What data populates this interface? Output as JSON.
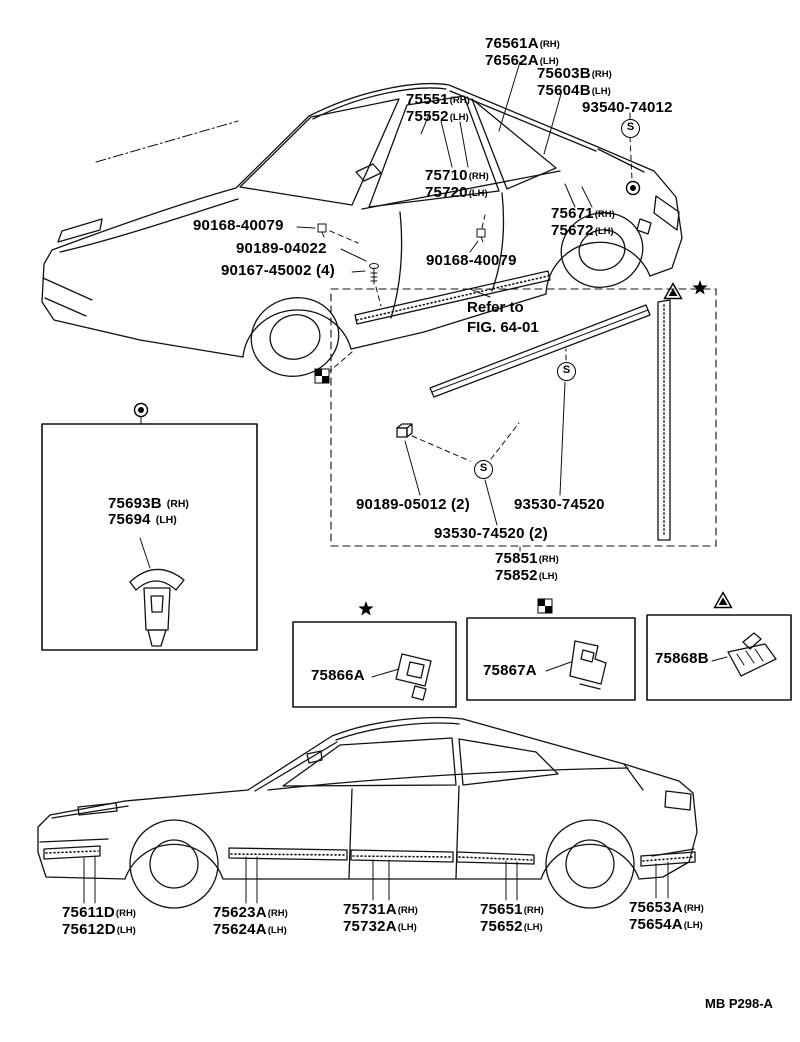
{
  "page": {
    "footer": "MB P298-A"
  },
  "symbols": {
    "s_label": "S"
  },
  "note": {
    "line1": "Refer to",
    "line2": "FIG. 64-01"
  },
  "callouts": {
    "c76561": {
      "rh": "76561A",
      "rh_s": "(RH)",
      "lh": "76562A",
      "lh_s": "(LH)"
    },
    "c75603": {
      "rh": "75603B",
      "rh_s": "(RH)",
      "lh": "75604B",
      "lh_s": "(LH)"
    },
    "c75551": {
      "rh": "75551",
      "rh_s": "(RH)",
      "lh": "75552",
      "lh_s": "(LH)"
    },
    "c75710": {
      "rh": "75710",
      "rh_s": "(RH)",
      "lh": "75720",
      "lh_s": "(LH)"
    },
    "c75671": {
      "rh": "75671",
      "rh_s": "(RH)",
      "lh": "75672",
      "lh_s": "(LH)"
    },
    "c75693": {
      "rh": "75693B",
      "rh_s": "(RH)",
      "lh": "75694",
      "lh_s": "(LH)"
    },
    "c75851": {
      "rh": "75851",
      "rh_s": "(RH)",
      "lh": "75852",
      "lh_s": "(LH)"
    },
    "c75611": {
      "rh": "75611D",
      "rh_s": "(RH)",
      "lh": "75612D",
      "lh_s": "(LH)"
    },
    "c75623": {
      "rh": "75623A",
      "rh_s": "(RH)",
      "lh": "75624A",
      "lh_s": "(LH)"
    },
    "c75731": {
      "rh": "75731A",
      "rh_s": "(RH)",
      "lh": "75732A",
      "lh_s": "(LH)"
    },
    "c75651": {
      "rh": "75651",
      "rh_s": "(RH)",
      "lh": "75652",
      "lh_s": "(LH)"
    },
    "c75653": {
      "rh": "75653A",
      "rh_s": "(RH)",
      "lh": "75654A",
      "lh_s": "(LH)"
    }
  },
  "fasteners": {
    "f93540": "93540-74012",
    "f90168a": "90168-40079",
    "f90189a": "90189-04022",
    "f90167": "90167-45002 (4)",
    "f90168b": "90168-40079",
    "f90189b": "90189-05012 (2)",
    "f93530a": "93530-74520",
    "f93530b": "93530-74520 (2)"
  },
  "clip_boxes": {
    "a": "75866A",
    "b": "75867A",
    "c": "75868B"
  }
}
